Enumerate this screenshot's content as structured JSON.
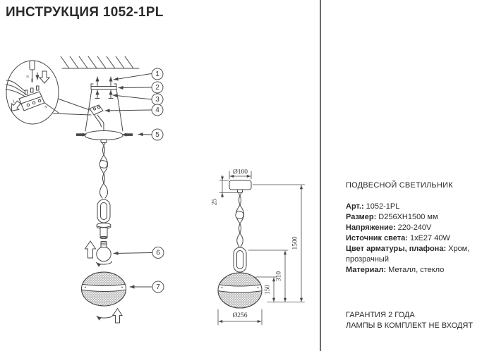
{
  "title": "ИНСТРУКЦИЯ 1052-1PL",
  "assembly": {
    "callouts": [
      "1",
      "2",
      "3",
      "4",
      "5",
      "6",
      "7"
    ],
    "wire_labels": [
      "N",
      "L",
      "N"
    ]
  },
  "dimensions": {
    "canopy_diameter": "Ø100",
    "canopy_height": "25",
    "suspension_height": "310",
    "shade_height": "150",
    "total_height": "1500",
    "shade_diameter": "Ø256"
  },
  "specs": {
    "product_type": "ПОДВЕСНОЙ СВЕТИЛЬНИК",
    "rows": [
      {
        "label": "Арт.:",
        "value": "1052-1PL"
      },
      {
        "label": "Размер:",
        "value": "D256XH1500 мм"
      },
      {
        "label": "Напряжение:",
        "value": "220-240V"
      },
      {
        "label": "Источник света:",
        "value": "1xE27 40W"
      },
      {
        "label": "Цвет арматуры, плафона:",
        "value": "Хром, прозрачный"
      },
      {
        "label": "Материал:",
        "value": "Металл, стекло"
      }
    ],
    "warranty": "ГАРАНТИЯ 2 ГОДА",
    "lamps_note": "ЛАМПЫ В КОМПЛЕКТ НЕ ВХОДЯТ"
  }
}
